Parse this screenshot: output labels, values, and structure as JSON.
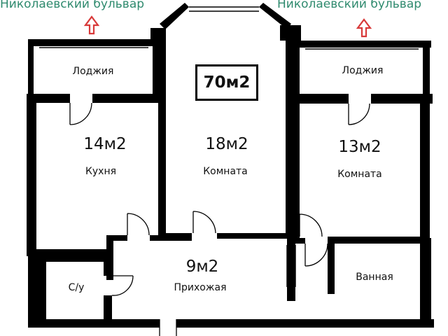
{
  "streets": {
    "left": "Николаевский бульвар",
    "right": "Николаевский бульвар"
  },
  "total_area": "70м2",
  "rooms": {
    "loggia_left": {
      "label": "Лоджия"
    },
    "loggia_right": {
      "label": "Лоджия"
    },
    "kitchen": {
      "area": "14м2",
      "label": "Кухня"
    },
    "room_center": {
      "area": "18м2",
      "label": "Комната"
    },
    "room_right": {
      "area": "13м2",
      "label": "Комната"
    },
    "hall": {
      "area": "9м2",
      "label": "Прихожая"
    },
    "wc": {
      "label": "С/у"
    },
    "bath": {
      "label": "Ванная"
    }
  },
  "colors": {
    "street_text": "#2f8a6e",
    "arrow": "#d83a3a",
    "wall": "#000000"
  }
}
